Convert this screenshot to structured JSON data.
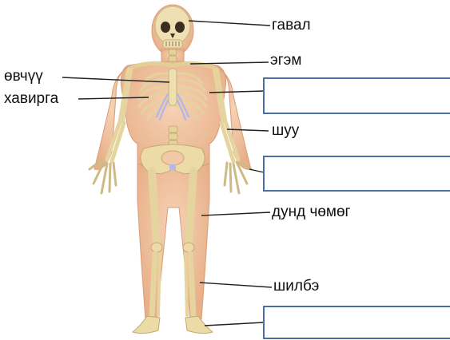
{
  "labels": {
    "skull": "гавал",
    "clavicle": "эгэм",
    "sternum": "өвчүү",
    "ribs": "хавирга",
    "ulna": "шуу",
    "femur": "дунд чөмөг",
    "tibia": "шилбэ"
  },
  "answer_boxes": [
    "",
    "",
    ""
  ],
  "colors": {
    "skin": "#f3c8a6",
    "bone": "#eddcaa",
    "box_border": "#4a6fa5",
    "cartilage": "#b7b7e6"
  }
}
